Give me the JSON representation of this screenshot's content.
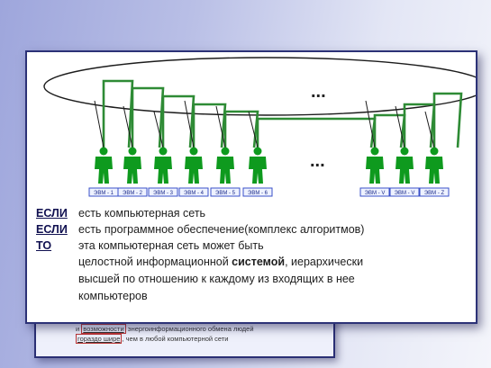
{
  "diagram": {
    "dots": "...",
    "computers": [
      {
        "label": "ЭВМ - 1"
      },
      {
        "label": "ЭВМ - 2"
      },
      {
        "label": "ЭВМ - 3"
      },
      {
        "label": "ЭВМ - 4"
      },
      {
        "label": "ЭВМ - 5"
      },
      {
        "label": "ЭВМ - 6"
      },
      {
        "label": "ЭВМ - V"
      },
      {
        "label": "ЭВМ - V"
      },
      {
        "label": "ЭВМ - Z"
      }
    ],
    "colors": {
      "figure": "#0e9a1e",
      "link": "#2e8b35",
      "cable": "#1c1c1c",
      "label_border": "#3a50c8"
    }
  },
  "rules": {
    "if1_kw": "ЕСЛИ",
    "if1_text": "есть компьютерная сеть",
    "if2_kw": "ЕСЛИ",
    "if2_text": "есть программное обеспечение(комплекс алгоритмов)",
    "then_kw": "ТО",
    "then_text": "эта компьютерная сеть может быть",
    "line4_a": "целостной информационной",
    "line4_bold": "системой",
    "line4_b": ", иерархически",
    "line5": "высшей по отношению к каждому из входящих в нее",
    "line6": "компьютеров"
  },
  "back_slide": {
    "line1_prefix": "и",
    "line1_ul": "возможности",
    "line1_rest": "энергоинформационного обмена людей",
    "line2_ul": "гораздо шире",
    "line2_rest": ", чем в любой компьютерной сети"
  }
}
